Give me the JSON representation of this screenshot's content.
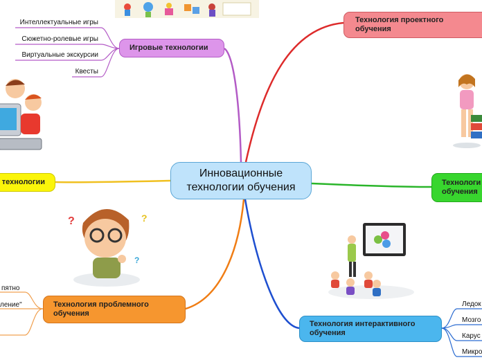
{
  "central_topic": "Инновационные технологии обучения",
  "branches": {
    "game": {
      "label": "Игровые технологии",
      "color": "#b35bc6",
      "items": [
        "Интеллектуальные игры",
        "Сюжетно-ролевые игры",
        "Виртуальные экскурсии",
        "Квесты"
      ]
    },
    "project": {
      "label": "Технология проектного обучения",
      "color": "#cf5a61"
    },
    "yellow_partial": {
      "label": "технологии",
      "color": "#e6c800"
    },
    "green_partial": {
      "label": "Технологи обучения",
      "color": "#23a81c"
    },
    "problem": {
      "label": "Технология проблемного обучения",
      "color": "#e07a1d",
      "items": [
        "пятно",
        "ление\""
      ]
    },
    "interactive": {
      "label": "Технология интерактивного обучения",
      "color": "#2a6bd1",
      "items": [
        "Ледок",
        "Мозго",
        "Карус",
        "Микро"
      ]
    }
  },
  "icons": [
    "children-playing-illustration",
    "kids-at-computer-illustration",
    "girl-with-books-illustration",
    "thinking-boy-illustration",
    "teacher-interactive-board-illustration"
  ]
}
